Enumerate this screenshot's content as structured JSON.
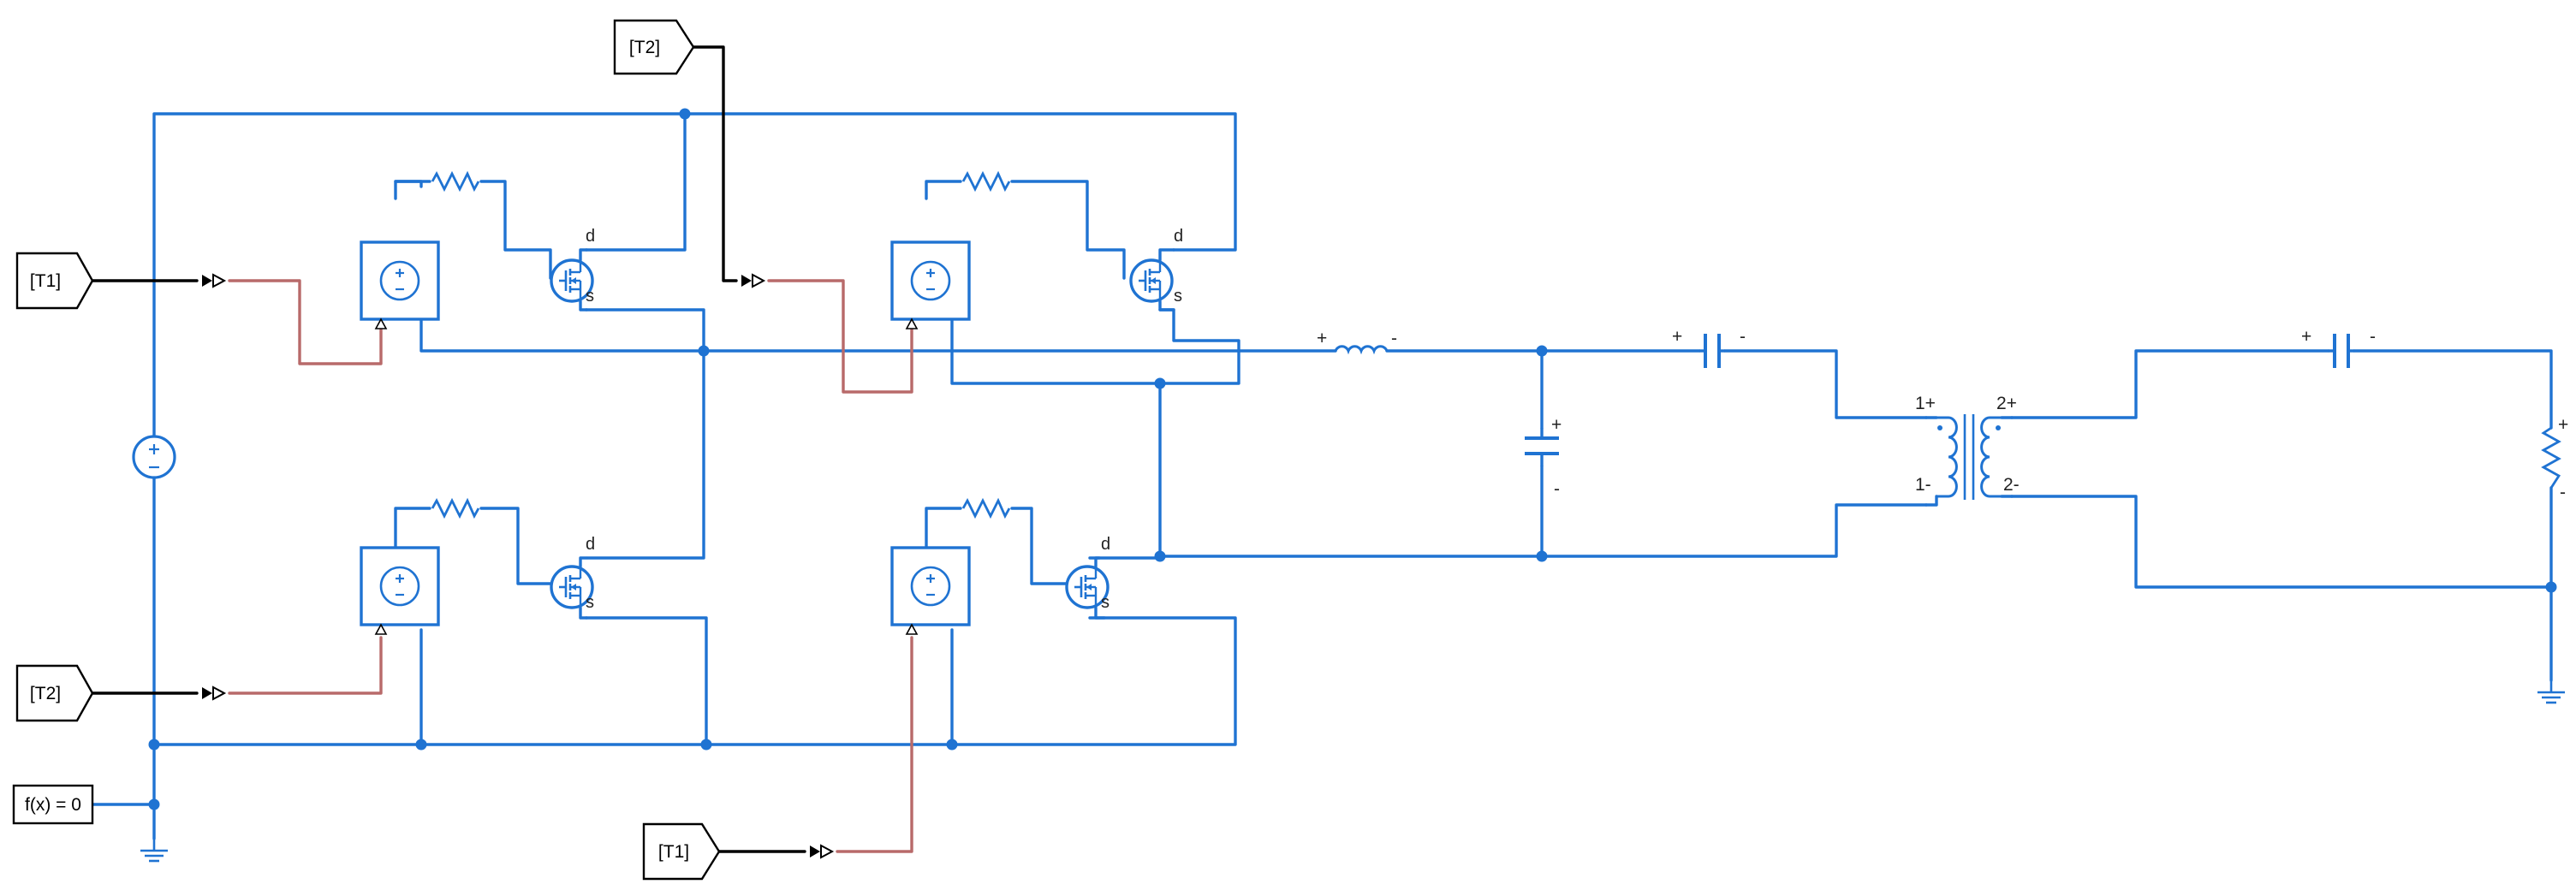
{
  "colors": {
    "wire": "#1f73d2",
    "signal": "#b86a6a",
    "block": "#1f73d2",
    "tag": "#000000",
    "text": "#222222"
  },
  "tags": {
    "goto_t1_left": "[T1]",
    "goto_t2_top": "[T2]",
    "goto_t2_left": "[T2]",
    "goto_t1_bottom": "[T1]",
    "solver": "f(x) = 0"
  },
  "terminals": {
    "drain": "d",
    "source": "s",
    "plus": "+",
    "minus": "-",
    "xfmr_p1": "1+",
    "xfmr_n1": "1-",
    "xfmr_p2": "2+",
    "xfmr_n2": "2-"
  },
  "icons": {
    "mosfet": "n-channel-mosfet-icon",
    "source": "controlled-voltage-source-icon",
    "resistor": "resistor-icon",
    "inductor": "inductor-icon",
    "capacitor": "capacitor-icon",
    "transformer": "transformer-icon",
    "ground": "ground-icon"
  }
}
